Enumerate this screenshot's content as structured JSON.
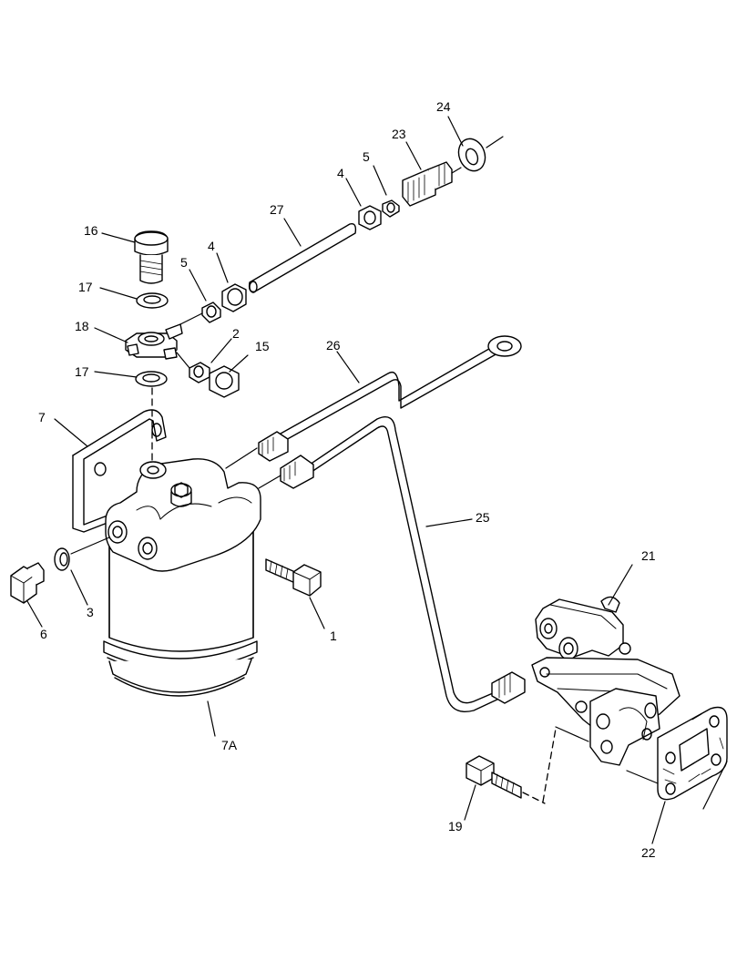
{
  "callouts": {
    "c1": "1",
    "c2": "2",
    "c3": "3",
    "c4a": "4",
    "c4b": "4",
    "c5a": "5",
    "c5b": "5",
    "c6": "6",
    "c7": "7",
    "c7a": "7A",
    "c15": "15",
    "c16": "16",
    "c17a": "17",
    "c17b": "17",
    "c18": "18",
    "c19": "19",
    "c21": "21",
    "c22": "22",
    "c23": "23",
    "c24": "24",
    "c25": "25",
    "c26": "26",
    "c27": "27"
  }
}
